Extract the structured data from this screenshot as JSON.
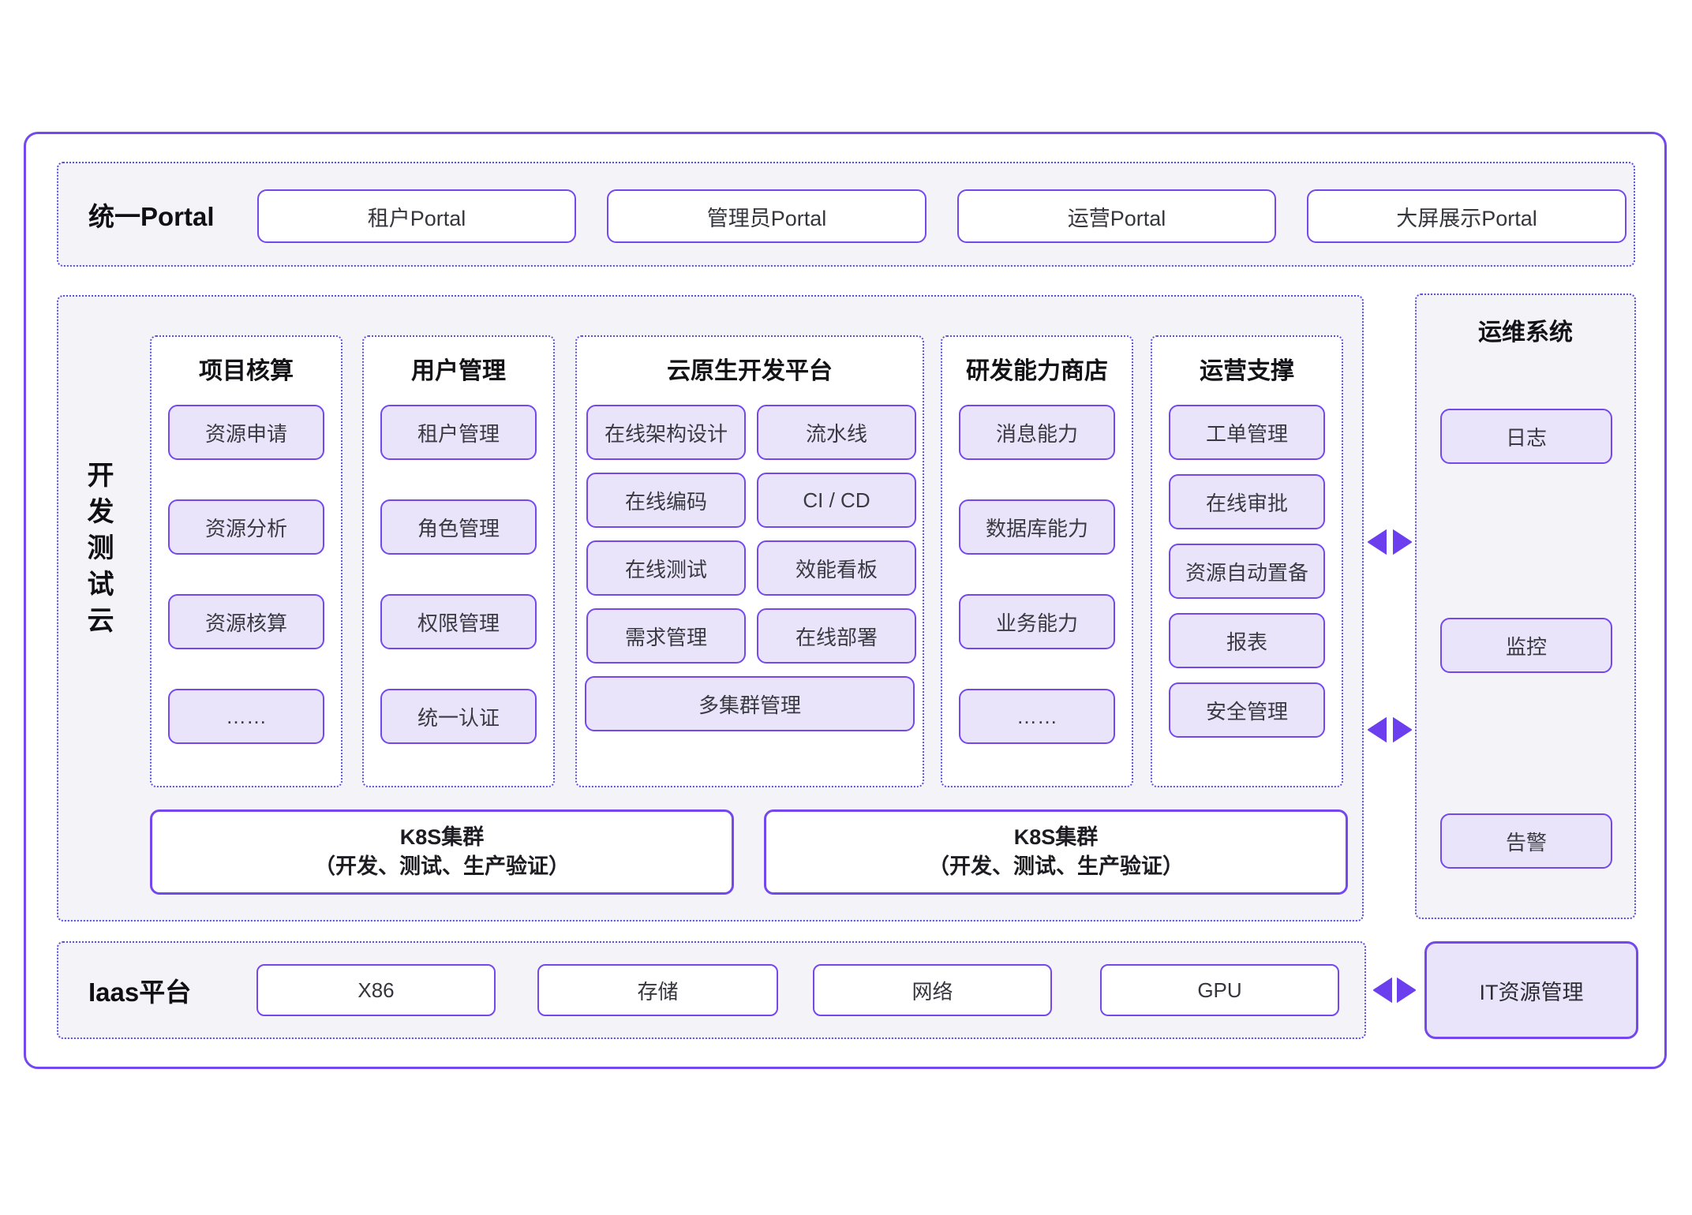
{
  "portal": {
    "label": "统一Portal",
    "items": [
      "租户Portal",
      "管理员Portal",
      "运营Portal",
      "大屏展示Portal"
    ]
  },
  "cloud": {
    "label": "开发测试云",
    "columns": [
      {
        "title": "项目核算",
        "items": [
          "资源申请",
          "资源分析",
          "资源核算",
          "……"
        ]
      },
      {
        "title": "用户管理",
        "items": [
          "租户管理",
          "角色管理",
          "权限管理",
          "统一认证"
        ]
      },
      {
        "title": "云原生开发平台",
        "items": [
          "在线架构设计",
          "流水线",
          "在线编码",
          "CI / CD",
          "在线测试",
          "效能看板",
          "需求管理",
          "在线部署"
        ],
        "footer_item": "多集群管理"
      },
      {
        "title": "研发能力商店",
        "items": [
          "消息能力",
          "数据库能力",
          "业务能力",
          "……"
        ]
      },
      {
        "title": "运营支撑",
        "items": [
          "工单管理",
          "在线审批",
          "资源自动置备",
          "报表",
          "安全管理"
        ]
      }
    ],
    "k8s": [
      {
        "title": "K8S集群",
        "subtitle": "（开发、测试、生产验证）"
      },
      {
        "title": "K8S集群",
        "subtitle": "（开发、测试、生产验证）"
      }
    ]
  },
  "ops": {
    "title": "运维系统",
    "items": [
      "日志",
      "监控",
      "告警"
    ]
  },
  "iaas": {
    "label": "Iaas平台",
    "items": [
      "X86",
      "存储",
      "网络",
      "GPU"
    ],
    "it_box": "IT资源管理"
  },
  "colors": {
    "accent_purple": "#7448EC",
    "dotted_border": "#5B50E0",
    "lavender_fill": "#E9E4F9",
    "section_bg": "#F4F4F8",
    "arrow_purple": "#6B3FEE"
  }
}
